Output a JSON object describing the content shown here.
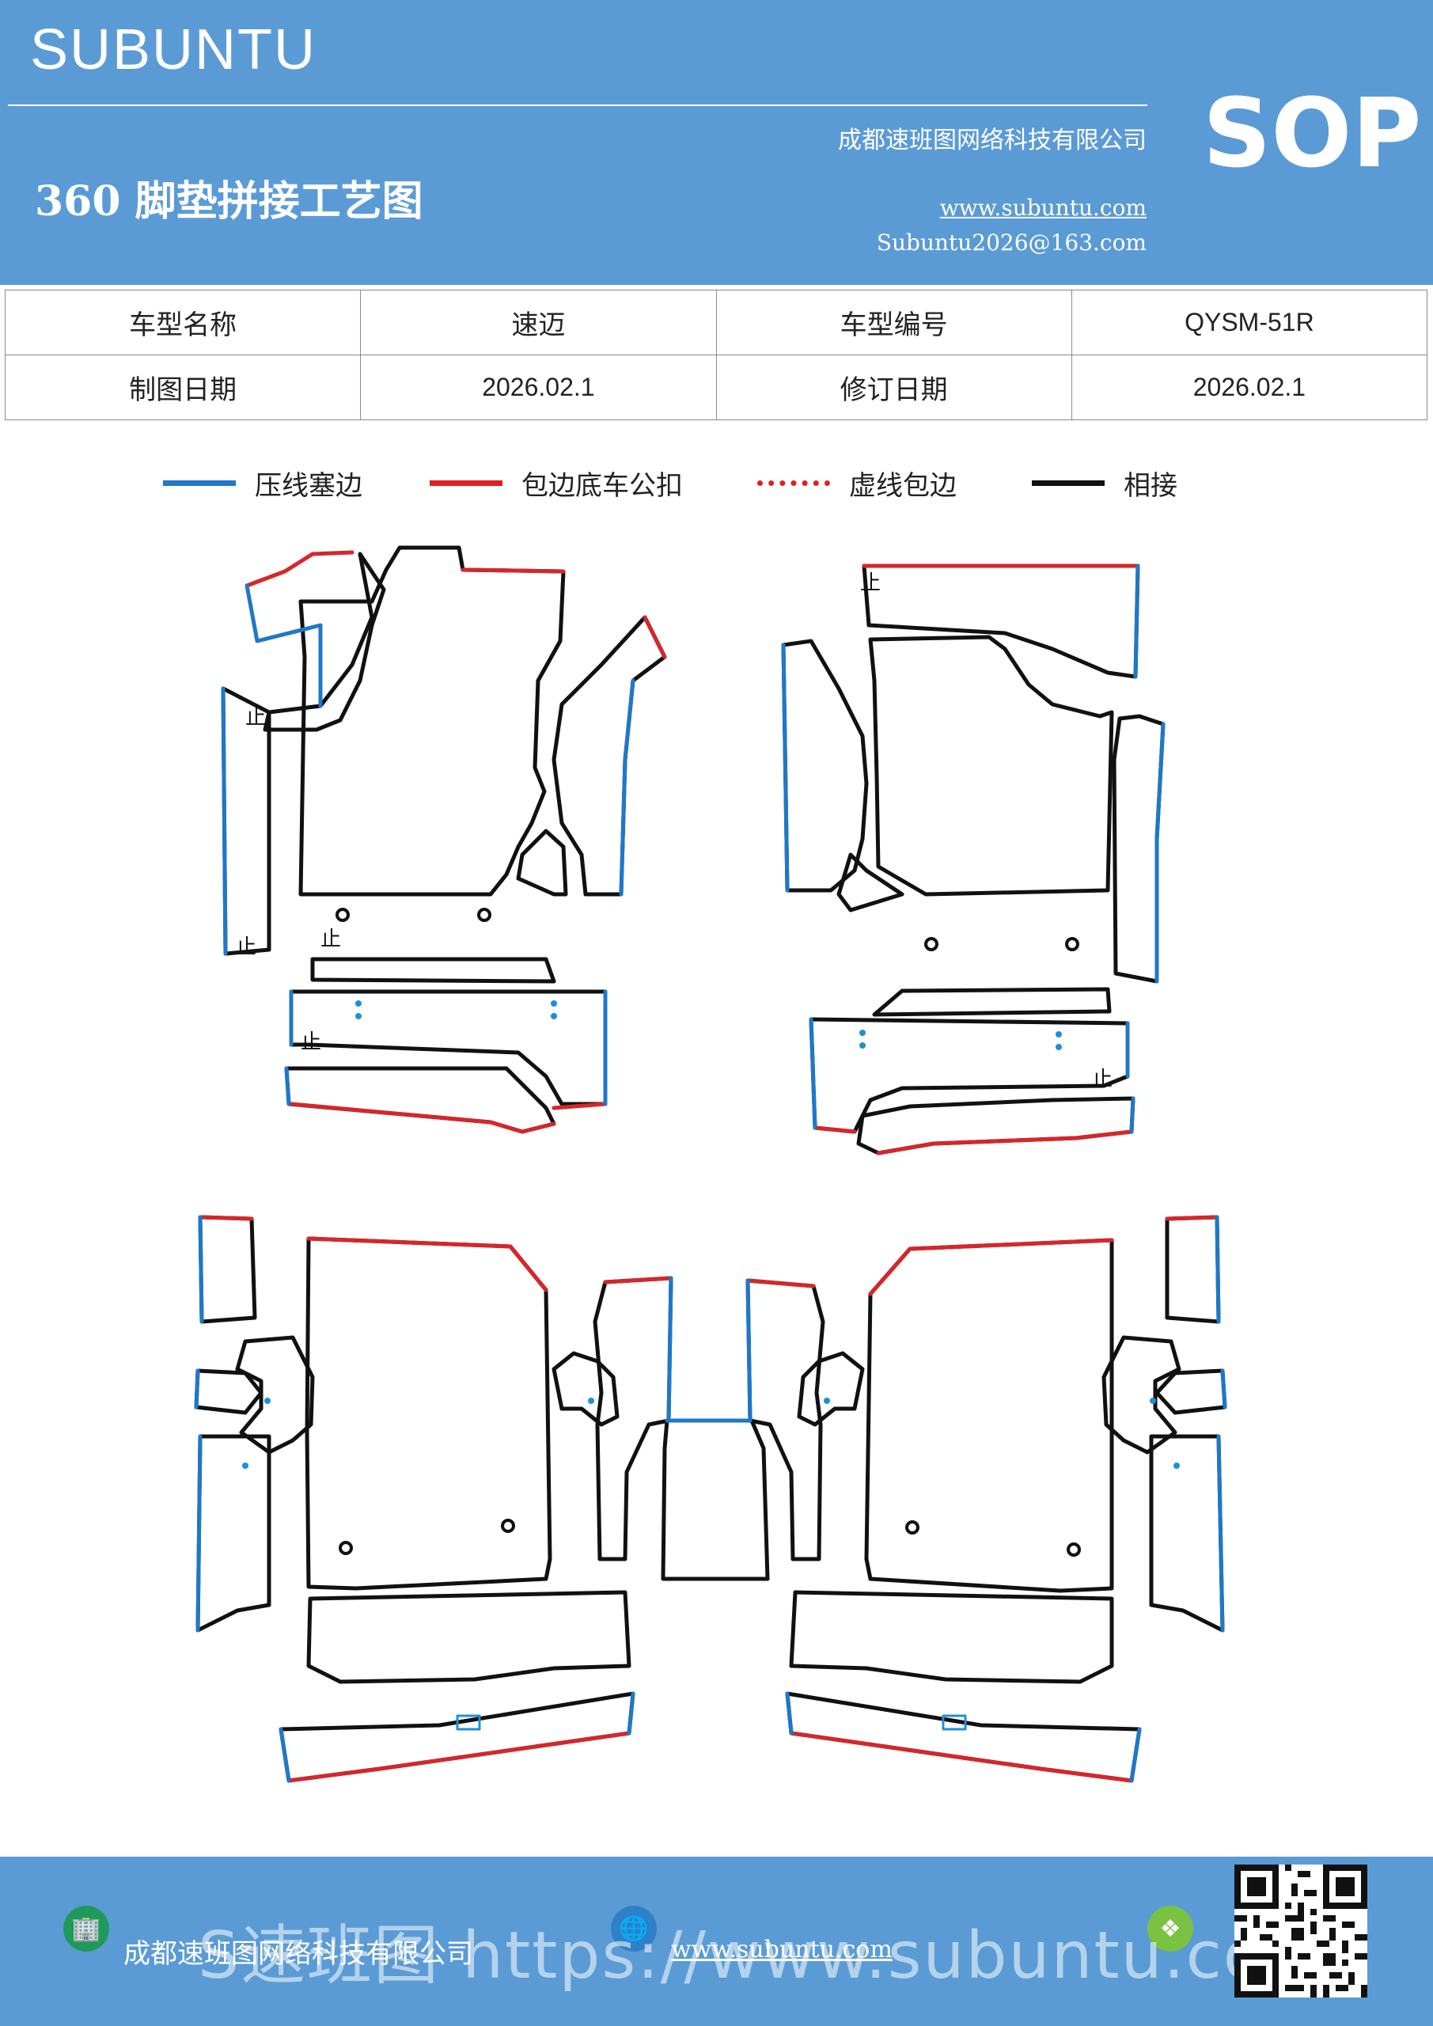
{
  "header": {
    "brand": "SUBUNTU",
    "badge": "SOP",
    "company": "成都速班图网络科技有限公司",
    "title": "360 脚垫拼接工艺图",
    "website": "www.subuntu.com",
    "email": "Subuntu2026@163.com"
  },
  "info_table": {
    "rows": [
      [
        {
          "text": "车型名称",
          "kind": "label"
        },
        {
          "text": "速迈",
          "kind": "label"
        },
        {
          "text": "车型编号",
          "kind": "label"
        },
        {
          "text": "QYSM-51R",
          "kind": "value"
        }
      ],
      [
        {
          "text": "制图日期",
          "kind": "label"
        },
        {
          "text": "2026.02.1",
          "kind": "value"
        },
        {
          "text": "修订日期",
          "kind": "label"
        },
        {
          "text": "2026.02.1",
          "kind": "value"
        }
      ]
    ]
  },
  "legend": [
    {
      "label": "压线塞边",
      "color": "#1f78c8",
      "style": "solid"
    },
    {
      "label": "包边底车公扣",
      "color": "#e02020",
      "style": "solid"
    },
    {
      "label": "虚线包边",
      "color": "#e02020",
      "style": "dotted"
    },
    {
      "label": "相接",
      "color": "#111111",
      "style": "solid"
    }
  ],
  "diagram": {
    "marker": "止",
    "colors": {
      "join": "#111111",
      "press": "#1f78c8",
      "wrap": "#d6262b",
      "snap": "#1f8fd6"
    }
  },
  "footer": {
    "company": "成都速班图网络科技有限公司",
    "website": "www.subuntu.com",
    "watermark": "S速班图 https://www.subuntu.com"
  },
  "icons": [
    "building-icon",
    "globe-icon",
    "wechat-icon",
    "qr-code"
  ]
}
